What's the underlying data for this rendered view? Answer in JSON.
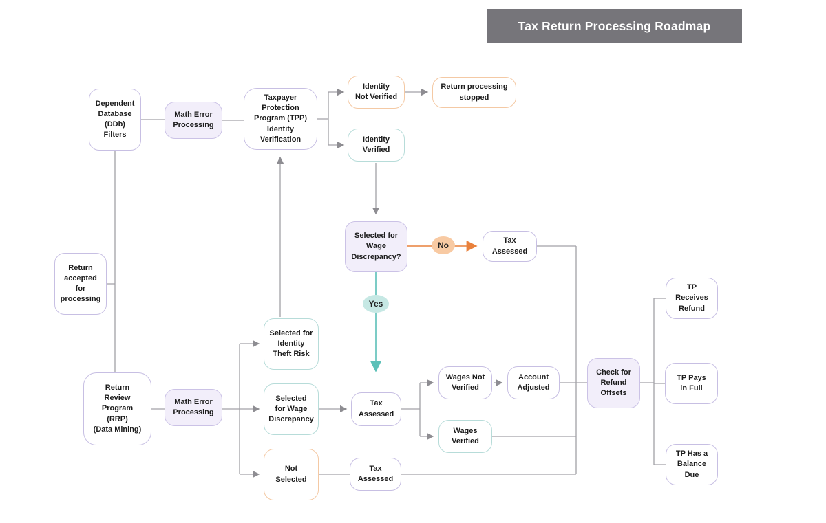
{
  "title": {
    "text": "Tax Return Processing Roadmap"
  },
  "decision_labels": {
    "no": "No",
    "yes": "Yes"
  },
  "nodes": {
    "ddb_filters": {
      "label": "Dependent\nDatabase\n(DDb)\nFilters"
    },
    "math_error_top": {
      "label": "Math Error\nProcessing"
    },
    "tpp": {
      "label": "Taxpayer\nProtection\nProgram (TPP)\nIdentity\nVerification"
    },
    "identity_not_verified": {
      "label": "Identity\nNot Verified"
    },
    "return_processing_stopped": {
      "label": "Return processing\nstopped"
    },
    "identity_verified": {
      "label": "Identity\nVerified"
    },
    "selected_wage_question": {
      "label": "Selected for\nWage\nDiscrepancy?"
    },
    "tax_assessed_no_branch": {
      "label": "Tax\nAssessed"
    },
    "return_accepted": {
      "label": "Return\naccepted\nfor\nprocessing"
    },
    "rrp": {
      "label": "Return\nReview\nProgram\n(RRP)\n(Data Mining)"
    },
    "math_error_bottom": {
      "label": "Math Error\nProcessing"
    },
    "selected_identity_theft": {
      "label": "Selected for\nIdentity\nTheft Risk"
    },
    "selected_wage_discrepancy": {
      "label": "Selected\nfor Wage\nDiscrepancy"
    },
    "not_selected": {
      "label": "Not\nSelected"
    },
    "tax_assessed_wage": {
      "label": "Tax\nAssessed"
    },
    "wages_not_verified": {
      "label": "Wages Not\nVerified"
    },
    "account_adjusted": {
      "label": "Account\nAdjusted"
    },
    "wages_verified": {
      "label": "Wages\nVerified"
    },
    "tax_assessed_not_selected": {
      "label": "Tax\nAssessed"
    },
    "check_refund_offsets": {
      "label": "Check for\nRefund\nOffsets"
    },
    "tp_receives_refund": {
      "label": "TP\nReceives\nRefund"
    },
    "tp_pays_full": {
      "label": "TP Pays\nin Full"
    },
    "tp_balance_due": {
      "label": "TP Has a\nBalance\nDue"
    }
  },
  "colors": {
    "banner_bg": "#76757a",
    "line_gray": "#a2a1a6",
    "arrow_gray": "#8e8d92",
    "border_purple": "#c7bfe3",
    "border_teal": "#b7dcd9",
    "border_peach": "#f4c9a4",
    "lavender_fill": "#f2eefa",
    "orange_accent": "#e9813c",
    "teal_accent": "#5cc0b8",
    "no_pill_fill": "#f8caa3",
    "yes_pill_fill": "#c6e8e4"
  }
}
